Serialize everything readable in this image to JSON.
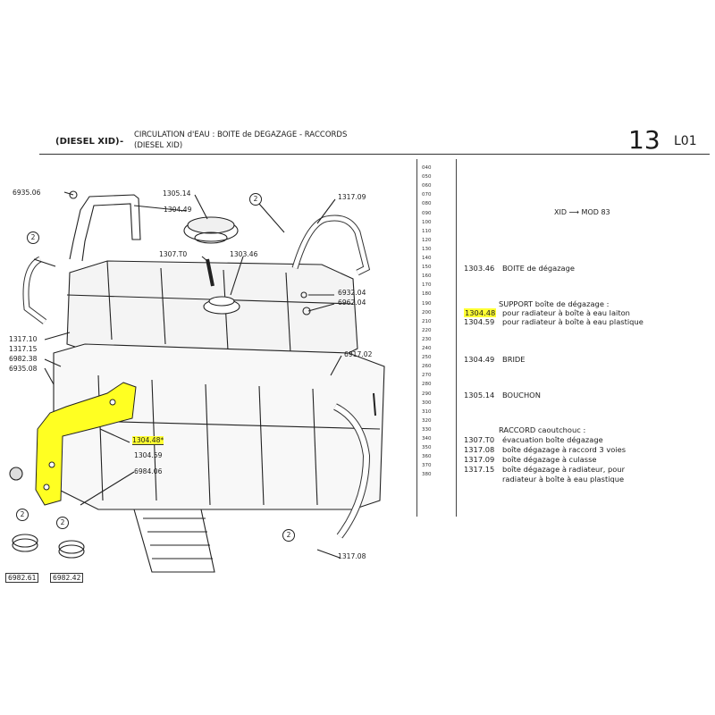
{
  "header": {
    "model": "(DIESEL XID)",
    "dash": "-",
    "title": "CIRCULATION d'EAU : BOITE de DEGAZAGE - RACCORDS",
    "subtitle": "(DIESEL XID)",
    "page_number": "13",
    "section_code": "L01"
  },
  "row_numbers": [
    "040",
    "050",
    "060",
    "070",
    "080",
    "090",
    "100",
    "110",
    "120",
    "130",
    "140",
    "150",
    "160",
    "170",
    "180",
    "190",
    "200",
    "210",
    "220",
    "230",
    "240",
    "250",
    "260",
    "270",
    "280",
    "290",
    "300",
    "310",
    "320",
    "330",
    "340",
    "350",
    "360",
    "370",
    "380"
  ],
  "model_range": "XID ⟶ MOD 83",
  "legend": {
    "box": {
      "code": "1303.46",
      "text": "BOITE de dégazage"
    },
    "support": {
      "title_code": "",
      "title": "SUPPORT boîte de dégazage :",
      "items": [
        {
          "code": "1304.48",
          "text": "pour radiateur à boîte à eau laiton",
          "highlight": true
        },
        {
          "code": "1304.59",
          "text": "pour radiateur à boîte à eau plastique",
          "highlight": false
        }
      ]
    },
    "bride": {
      "code": "1304.49",
      "text": "BRIDE"
    },
    "bouchon": {
      "code": "1305.14",
      "text": "BOUCHON"
    },
    "raccord": {
      "title": "RACCORD caoutchouc :",
      "items": [
        {
          "code": "1307.T0",
          "text": "évacuation boîte dégazage"
        },
        {
          "code": "1317.08",
          "text": "boîte dégazage à raccord 3 voies"
        },
        {
          "code": "1317.09",
          "text": "boîte dégazage à culasse"
        },
        {
          "code": "1317.15",
          "text": "boîte dégazage à radiateur, pour"
        },
        {
          "code": "",
          "text": "radiateur à boîte à eau plastique"
        }
      ]
    }
  },
  "diagram": {
    "ref_mark": "2",
    "labels": {
      "l6935_06_top": "6935.06",
      "l1305_14": "1305.14",
      "l1304_49": "1304.49",
      "l1317_09": "1317.09",
      "l1307_t0": "1307.T0",
      "l1303_46": "1303.46",
      "l6932_04": "6932.04",
      "l6962_04": "6962.04",
      "l1317_10": "1317.10",
      "l1317_15": "1317.15",
      "l6982_38": "6982.38",
      "l6935_08": "6935.08",
      "l6917_02": "6917.02",
      "l1304_48": "1304.48*",
      "l1304_59": "1304.59",
      "l6984_06": "6984.06",
      "l1317_08": "1317.08",
      "l6982_61": "6982.61",
      "l6982_42": "6982.42"
    }
  },
  "colors": {
    "highlight": "#ffff33",
    "ink": "#1b1b1b",
    "bracket": "#ffff22"
  }
}
